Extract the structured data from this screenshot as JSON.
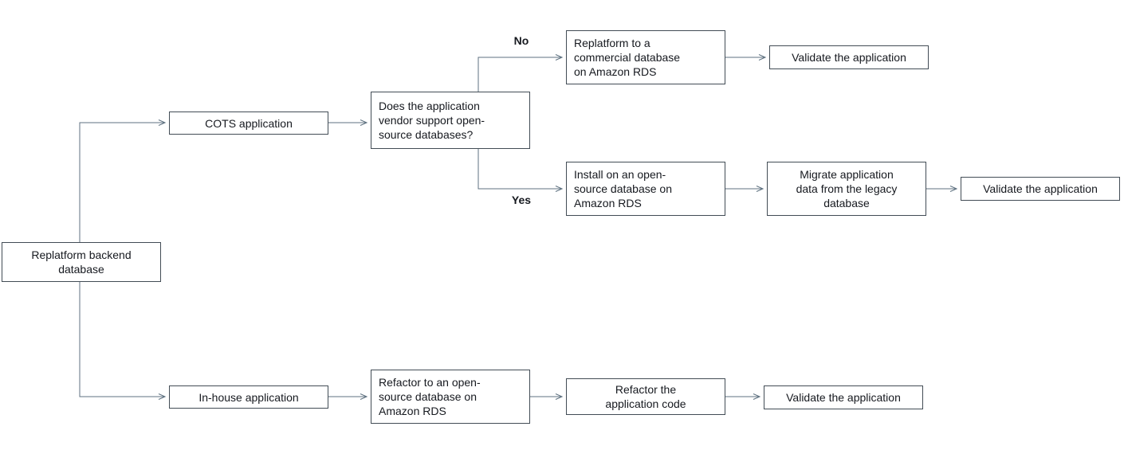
{
  "diagram": {
    "title_hint": "Replatform backend database decision flow",
    "colors": {
      "line": "#5f7281",
      "box_border": "#424c55",
      "box_background": "#ffffff",
      "text": "#16191f"
    },
    "edge_labels": {
      "no": "No",
      "yes": "Yes"
    },
    "nodes": {
      "root": {
        "label": "Replatform backend\ndatabase"
      },
      "cots": {
        "label": "COTS application"
      },
      "decision": {
        "label": "Does the application\nvendor support open-\nsource databases?"
      },
      "replatform_commercial": {
        "label": "Replatform to a\ncommercial database\non Amazon RDS"
      },
      "validate_top": {
        "label": "Validate the application"
      },
      "install_open_source": {
        "label": "Install on an open-\nsource database on\nAmazon RDS"
      },
      "migrate_data": {
        "label": "Migrate application\ndata from the legacy\ndatabase"
      },
      "validate_mid": {
        "label": "Validate the application"
      },
      "inhouse": {
        "label": "In-house application"
      },
      "refactor_db": {
        "label": "Refactor to an open-\nsource database on\nAmazon RDS"
      },
      "refactor_code": {
        "label": "Refactor the\napplication code"
      },
      "validate_bottom": {
        "label": "Validate the application"
      }
    }
  }
}
